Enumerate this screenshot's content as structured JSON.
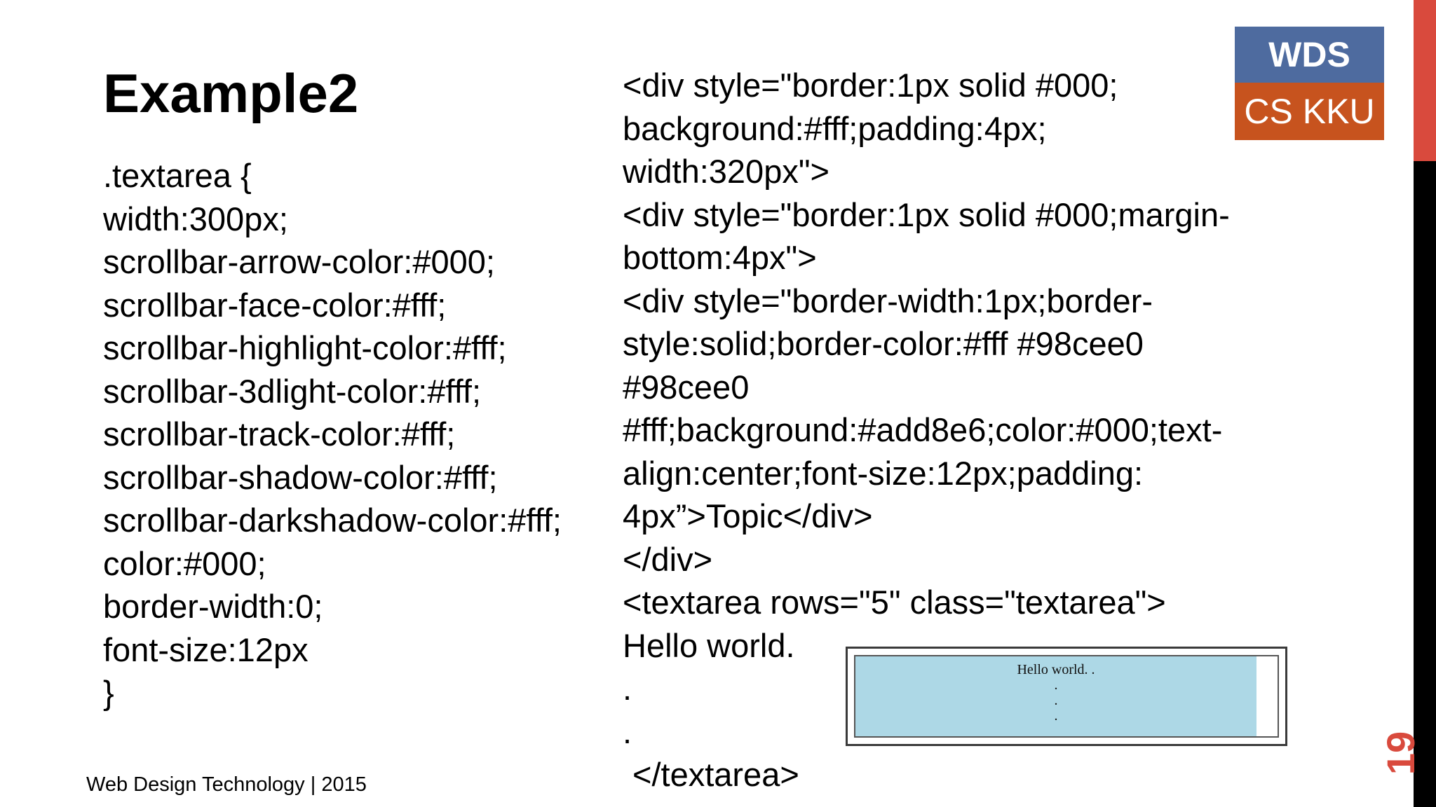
{
  "slide": {
    "title": "Example2",
    "left_code": [
      ".textarea {",
      "width:300px;",
      "scrollbar-arrow-color:#000;",
      "scrollbar-face-color:#fff;",
      "scrollbar-highlight-color:#fff;",
      "scrollbar-3dlight-color:#fff;",
      "scrollbar-track-color:#fff;",
      "scrollbar-shadow-color:#fff;",
      "scrollbar-darkshadow-color:#fff;",
      "color:#000;",
      "border-width:0;",
      "font-size:12px",
      "}"
    ],
    "right_code": [
      "<div style=\"border:1px solid #000;",
      "background:#fff;padding:4px;",
      "width:320px\">",
      "<div style=\"border:1px solid #000;margin-",
      "bottom:4px\">",
      "<div style=\"border-width:1px;border-",
      "style:solid;border-color:#fff #98cee0",
      "#98cee0",
      "#fff;background:#add8e6;color:#000;text-",
      "align:center;font-size:12px;padding:",
      "4px”>Topic</div>",
      "</div>",
      "<textarea rows=\"5\" class=\"textarea\">",
      "Hello world.",
      ".",
      ".",
      "</textarea>"
    ],
    "footer": "Web Design Technology | 2015",
    "page_number": "19"
  },
  "logo": {
    "top": "WDS",
    "bottom": "CS KKU"
  },
  "preview": {
    "lines": [
      "Hello world. .",
      ".",
      ".",
      "."
    ]
  },
  "colors": {
    "logo_top": "#4e6b9f",
    "logo_bottom": "#c7531e",
    "accent_red": "#d94a3d",
    "sidebar_black": "#000000",
    "preview_fill": "#add8e6"
  }
}
